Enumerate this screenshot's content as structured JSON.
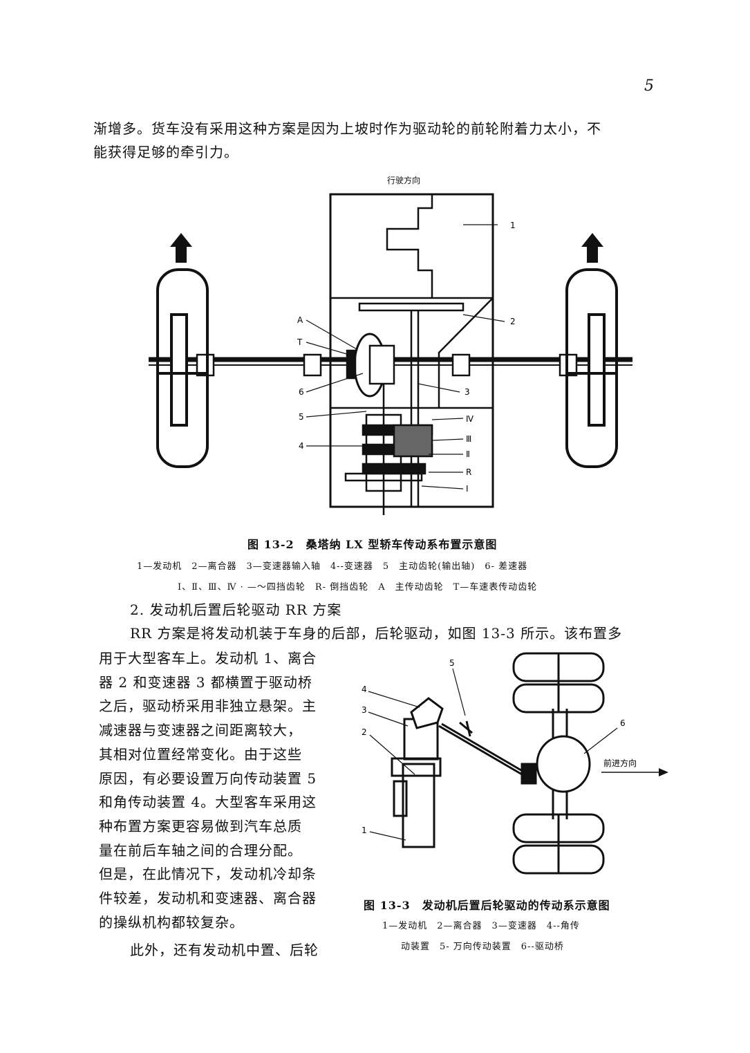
{
  "page_number": "5",
  "intro_lines": [
    "渐增多。货车没有采用这种方案是因为上坡时作为驱动轮的前轮附着力太小，不",
    "能获得足够的牵引力。"
  ],
  "figure1": {
    "direction_label": "行驶方向",
    "left_labels": [
      "A",
      "T",
      "6",
      "5",
      "4"
    ],
    "right_labels": [
      "1",
      "2",
      "3"
    ],
    "gear_labels": [
      "Ⅳ",
      "Ⅲ",
      "Ⅱ",
      "R",
      "Ⅰ"
    ],
    "caption": "图 13-2　桑塔纳 LX 型轿车传动系布置示意图",
    "legend_line1": "1—发动机　2—离合器　3—变速器输入轴　4--变速器　5　主动齿轮(输出轴)　6- 差速器",
    "legend_line2": "Ⅰ、Ⅱ、Ⅲ、Ⅳ · —～四挡齿轮　R- 倒挡齿轮　A　主传动齿轮　T—车速表传动齿轮"
  },
  "section_heading": "2. 发动机后置后轮驱动 RR 方案",
  "section_first_line": "RR 方案是将发动机装于车身的后部，后轮驱动，如图 13-3 所示。该布置多",
  "section_lines": [
    "用于大型客车上。发动机 1、离合",
    "器 2 和变速器 3 都横置于驱动桥",
    "之后，驱动桥采用非独立悬架。主",
    "减速器与变速器之间距离较大，",
    "其相对位置经常变化。由于这些",
    "原因，有必要设置万向传动装置 5",
    "和角传动装置 4。大型客车采用这",
    "种布置方案更容易做到汽车总质",
    "量在前后车轴之间的合理分配。",
    "但是，在此情况下，发动机冷却条",
    "件较差，发动机和变速器、离合器",
    "的操纵机构都较复杂。"
  ],
  "last_line": "此外，还有发动机中置、后轮",
  "figure2": {
    "labels": [
      "5",
      "4",
      "3",
      "2",
      "1",
      "6"
    ],
    "direction_label": "前进方向",
    "caption": "图 13-3　发动机后置后轮驱动的传动系示意图",
    "legend_line1": "1—发动机　2—离合器　3—变速器　4--角传",
    "legend_line2": "动装置　5- 万向传动装置　6--驱动桥"
  }
}
